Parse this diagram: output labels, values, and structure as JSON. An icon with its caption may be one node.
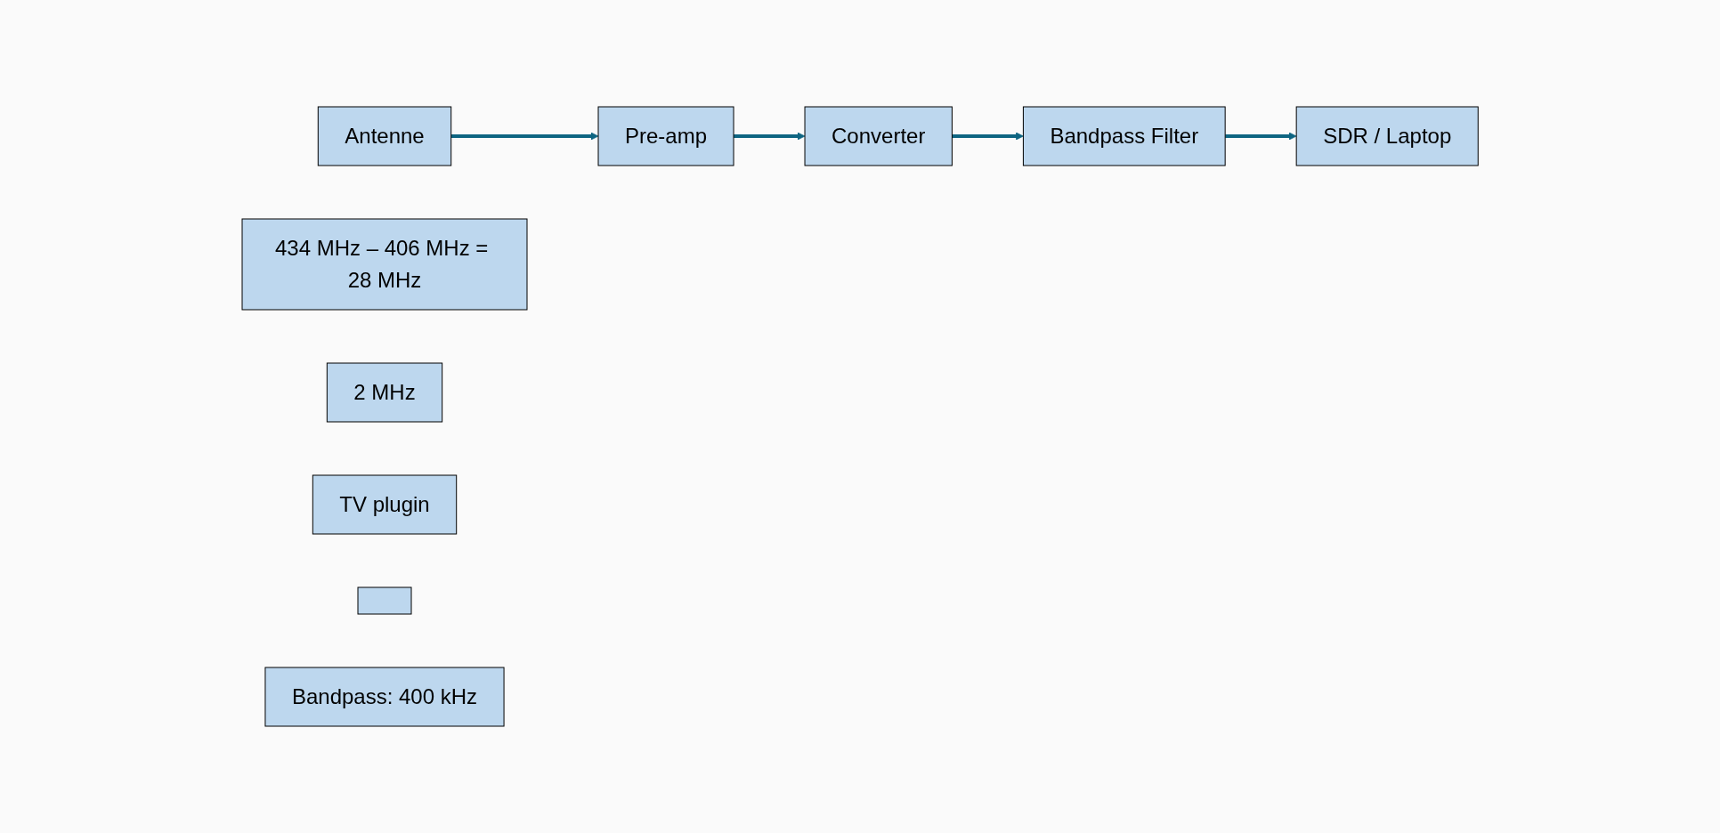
{
  "diagram": {
    "nodes": [
      {
        "text": [
          "Antenne"
        ]
      },
      {
        "text": [
          "Pre-amp"
        ]
      },
      {
        "text": [
          "Converter"
        ]
      },
      {
        "text": [
          "Bandpass Filter"
        ]
      },
      {
        "text": [
          "SDR / Laptop"
        ]
      },
      {
        "text": [
          "434 MHz – 406 MHz = 28 MHz"
        ]
      },
      {
        "text": [
          "2 MHz"
        ]
      },
      {
        "text": [
          "TV plugin"
        ]
      },
      {
        "text": [],
        "shape": "box"
      },
      {
        "text": [
          "Bandpass: 400 kHz"
        ]
      }
    ],
    "edges": [
      {
        "from": 0,
        "to": 1,
        "arrow": "to"
      },
      {
        "from": 1,
        "to": 2,
        "arrow": "to"
      },
      {
        "from": 2,
        "to": 3,
        "arrow": "to"
      },
      {
        "from": 3,
        "to": 4,
        "arrow": "to"
      }
    ]
  }
}
